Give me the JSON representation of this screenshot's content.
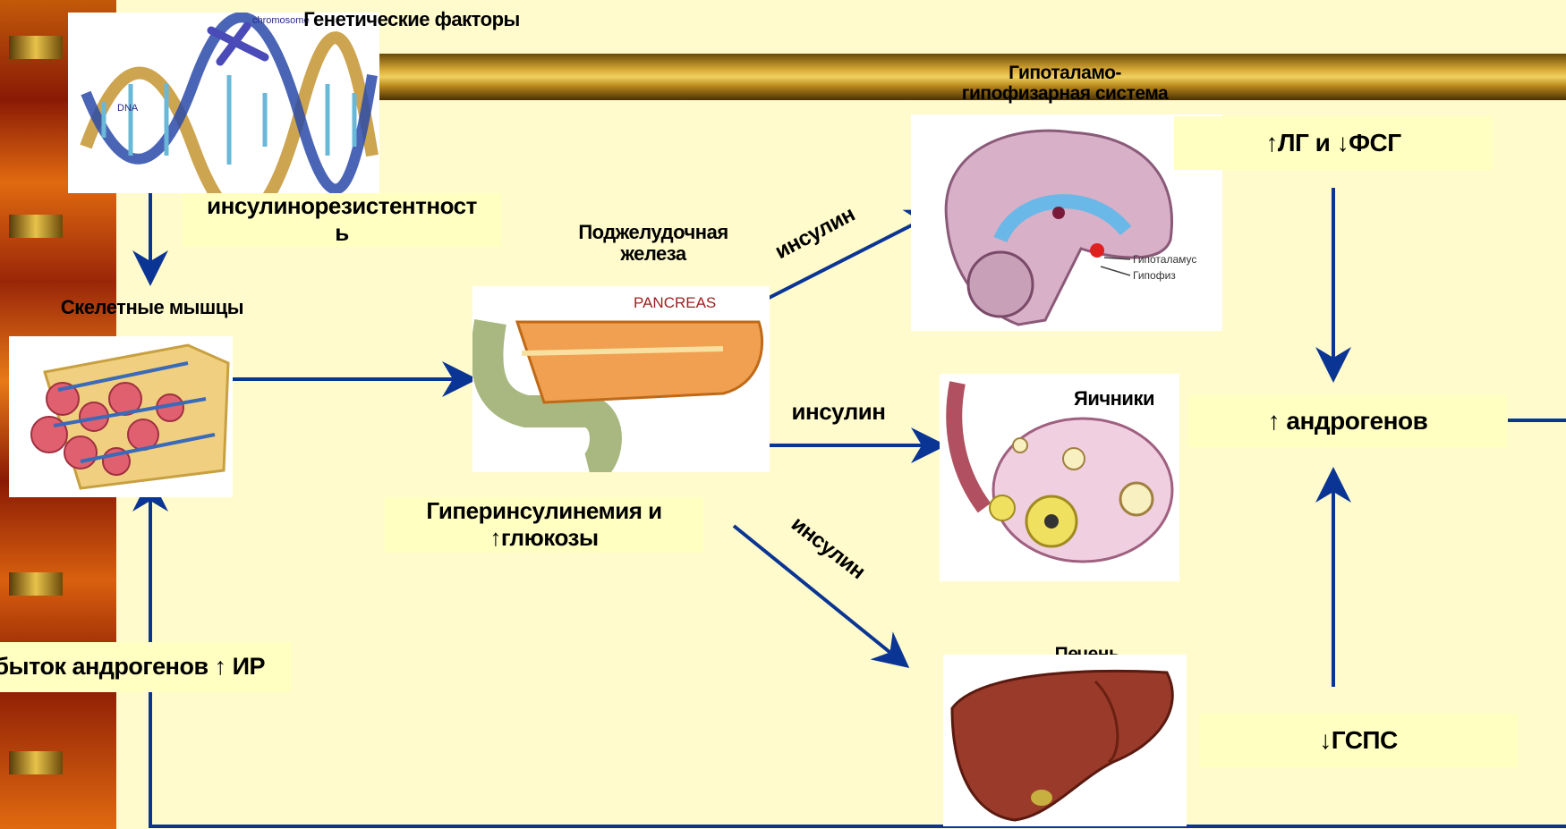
{
  "colors": {
    "background": "#fffbcc",
    "box_fill": "#ffffc2",
    "arrow": "#0a3594",
    "gold_bar": "#b58a1a",
    "side_strip_dark": "#8a1a05",
    "side_strip_light": "#e06a10"
  },
  "labels": {
    "genetic": "Генетические факторы",
    "insulin_resistance_1": "инсулинорезистентност",
    "insulin_resistance_2": "ь",
    "skeletal_muscle": "Скелетные мышцы",
    "pancreas_1": "Поджелудочная",
    "pancreas_2": "железа",
    "hypothalamic_1": "Гипоталамо-",
    "hypothalamic_2": "гипофизарная система",
    "lh_fsh": "↑ЛГ и ↓ФСГ",
    "androgens": "↑ андрогенов",
    "ovaries": "Яичники",
    "liver": "Печень",
    "shbg": "↓ГСПС",
    "hyperinsulinemia_1": "Гиперинсулинемия и",
    "hyperinsulinemia_2": "↑глюкозы",
    "excess_androgens": "Избыток андрогенов ↑ ИР",
    "insulin_top": "инсулин",
    "insulin_mid": "инсулин",
    "insulin_low": "инсулин"
  },
  "images": {
    "dna": {
      "chromosome": "chromosome",
      "dna": "DNA"
    },
    "pancreas": {
      "caption": "PANCREAS"
    },
    "brain": {
      "hypothalamus": "Гипоталамус",
      "pituitary": "Гипофиз"
    }
  }
}
